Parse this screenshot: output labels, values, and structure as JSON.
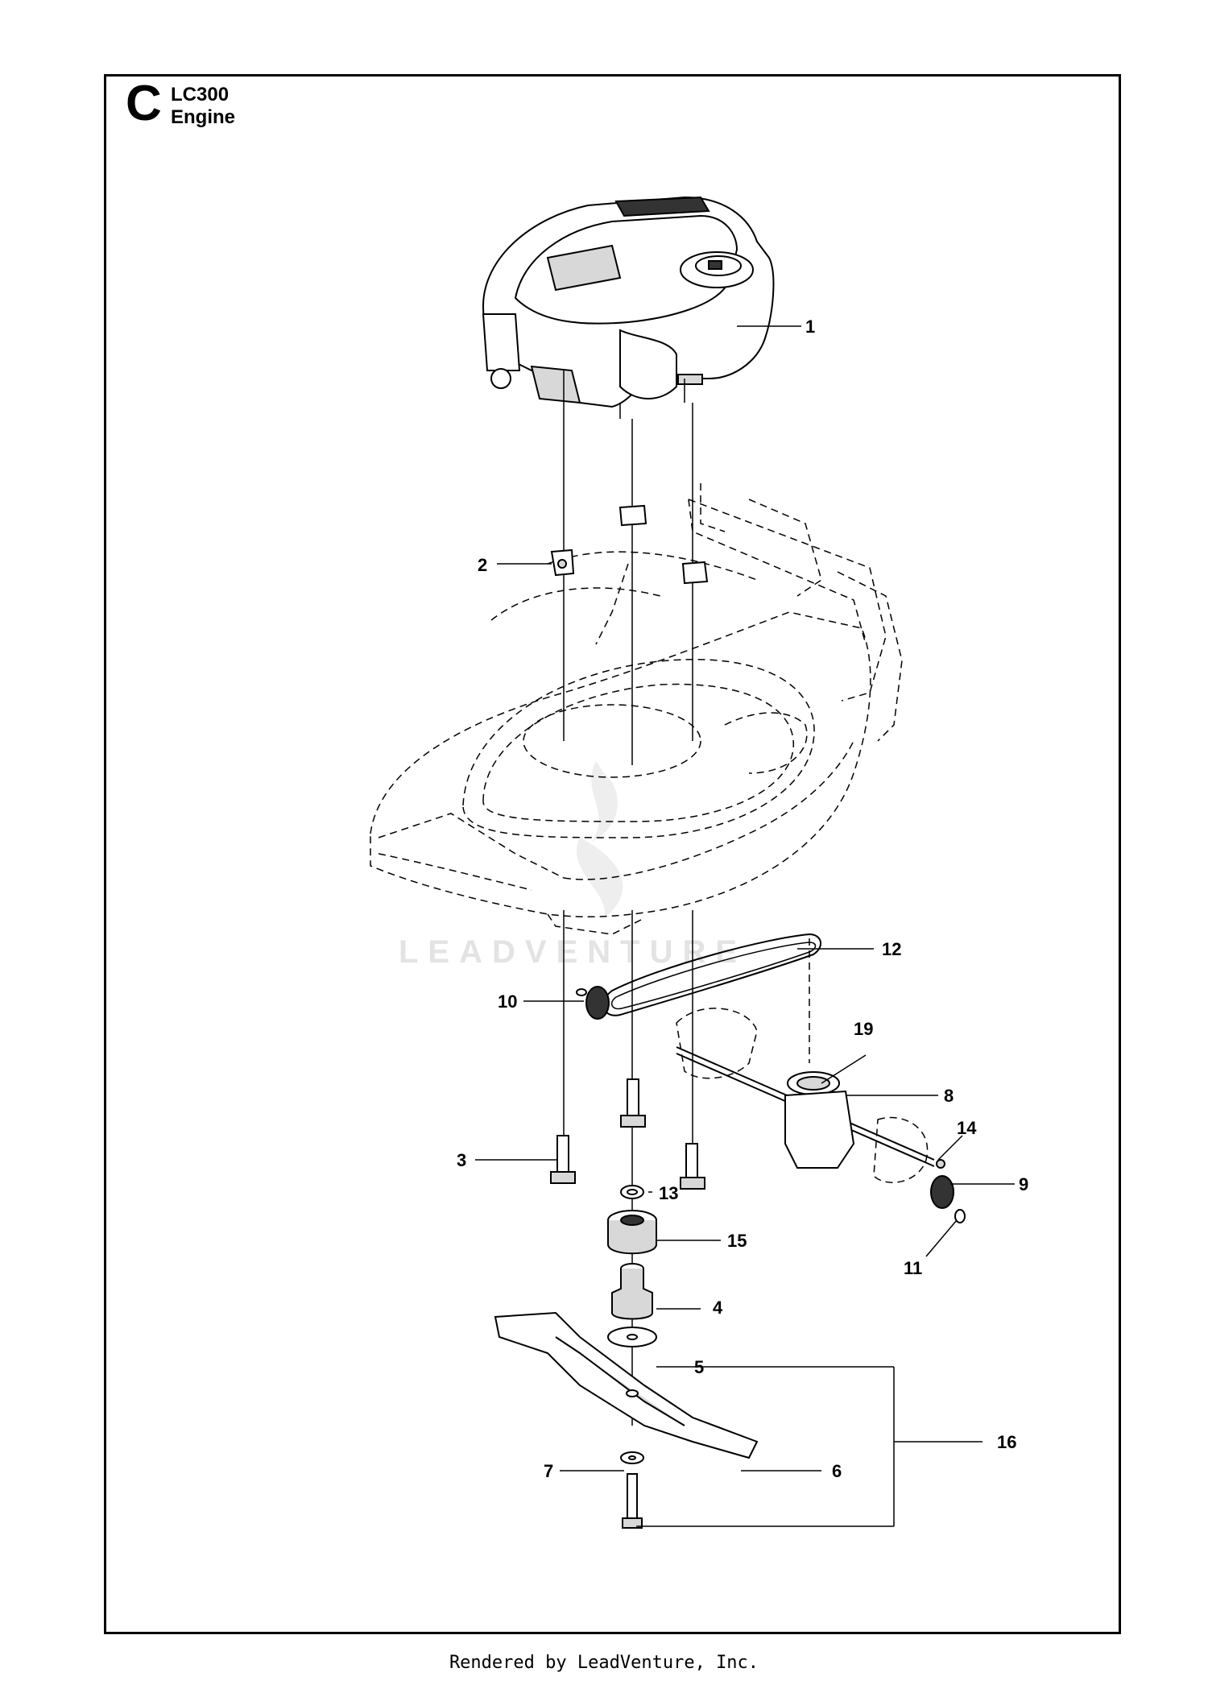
{
  "header": {
    "section_letter": "C",
    "model": "LC300",
    "name": "Engine"
  },
  "watermark": "LEADVENTURE",
  "footer": "Rendered by LeadVenture, Inc.",
  "callouts": [
    "1",
    "2",
    "3",
    "4",
    "5",
    "6",
    "7",
    "8",
    "9",
    "10",
    "11",
    "12",
    "13",
    "14",
    "15",
    "16",
    "19"
  ]
}
